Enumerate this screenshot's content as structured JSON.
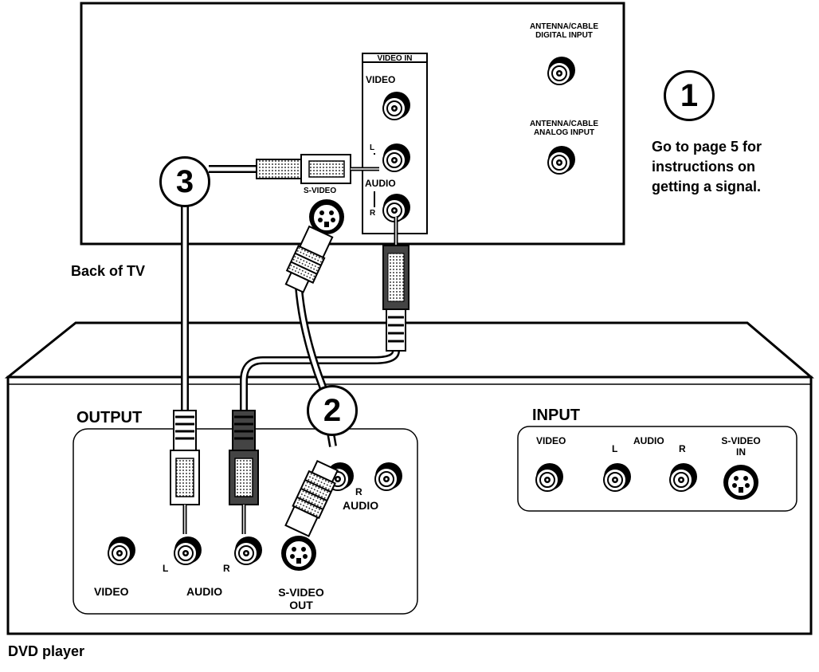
{
  "tv": {
    "caption": "Back of TV",
    "video_in_header": "VIDEO IN",
    "video_label": "VIDEO",
    "audio_label": "AUDIO",
    "left_label": "L",
    "right_label": "R",
    "svideo_label": "S-VIDEO",
    "antenna_digital": "ANTENNA/CABLE\nDIGITAL INPUT",
    "antenna_analog": "ANTENNA/CABLE\nANALOG INPUT"
  },
  "note": {
    "step": "1",
    "text": "Go to page 5 for\ninstructions on\ngetting a signal."
  },
  "steps": {
    "svideo_cable": "2",
    "audio_cable": "3"
  },
  "dvd": {
    "caption": "DVD player",
    "output_title": "OUTPUT",
    "input_title": "INPUT",
    "video_label": "VIDEO",
    "audio_label": "AUDIO",
    "left_label": "L",
    "right_label": "R",
    "svideo_out": "S-VIDEO\nOUT",
    "svideo_in": "S-VIDEO\nIN"
  },
  "colors": {
    "ink": "#000000",
    "plug_fill": "#555555",
    "cable": "#ffffff"
  }
}
